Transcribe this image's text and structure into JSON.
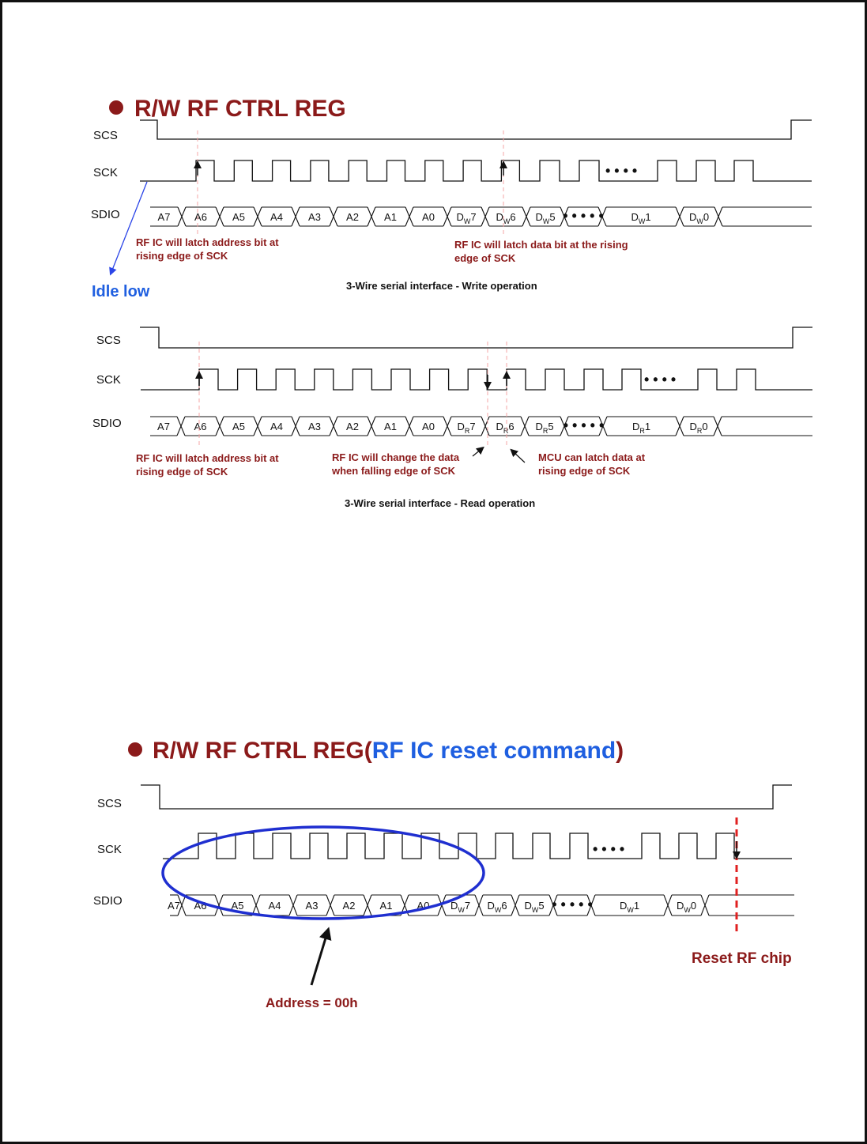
{
  "colors": {
    "heading": "#8b1a1a",
    "accent_blue": "#1f5fe0",
    "idle_arrow": "#2b45e8",
    "annotation": "#8b1a1a",
    "reset_line": "#e02020",
    "ellipse": "#1f2fd0"
  },
  "signals": {
    "scs": "SCS",
    "sck": "SCK",
    "sdio": "SDIO"
  },
  "write": {
    "heading": "R/W RF CTRL REG",
    "caption": "3-Wire serial interface - Write operation",
    "idle_label": "Idle low",
    "annotation_addr_1": "RF IC will latch address bit at",
    "annotation_addr_2": "rising edge of SCK",
    "annotation_data_1": "RF IC will latch data bit at the rising",
    "annotation_data_2": "edge of SCK",
    "addr_bits": [
      "A7",
      "A6",
      "A5",
      "A4",
      "A3",
      "A2",
      "A1",
      "A0"
    ],
    "data_bits": [
      {
        "base": "D",
        "sub": "W",
        "suffix": "7"
      },
      {
        "base": "D",
        "sub": "W",
        "suffix": "6"
      },
      {
        "base": "D",
        "sub": "W",
        "suffix": "5"
      },
      {
        "dots": "• • • • •"
      },
      {
        "base": "D",
        "sub": "W",
        "suffix": "1"
      },
      {
        "base": "D",
        "sub": "W",
        "suffix": "0"
      }
    ],
    "sck_dots": "• • • •"
  },
  "read": {
    "caption": "3-Wire serial interface - Read operation",
    "annotation_addr_1": "RF IC will latch address bit at",
    "annotation_addr_2": "rising edge of SCK",
    "annotation_change_1": "RF IC will change the data",
    "annotation_change_2": "when falling edge of SCK",
    "annotation_mcu_1": "MCU can latch data at",
    "annotation_mcu_2": "rising edge of SCK",
    "addr_bits": [
      "A7",
      "A6",
      "A5",
      "A4",
      "A3",
      "A2",
      "A1",
      "A0"
    ],
    "data_bits": [
      {
        "base": "D",
        "sub": "R",
        "suffix": "7"
      },
      {
        "base": "D",
        "sub": "R",
        "suffix": "6"
      },
      {
        "base": "D",
        "sub": "R",
        "suffix": "5"
      },
      {
        "dots": "• • • • •"
      },
      {
        "base": "D",
        "sub": "R",
        "suffix": "1"
      },
      {
        "base": "D",
        "sub": "R",
        "suffix": "0"
      }
    ],
    "sck_dots": "• • • •"
  },
  "reset": {
    "heading_part1": "R/W RF CTRL REG(",
    "heading_part2": "RF IC reset command",
    "heading_part3": ")",
    "address_label": "Address = 00h",
    "reset_label": "Reset RF chip",
    "addr_bits": [
      "A7",
      "A6",
      "A5",
      "A4",
      "A3",
      "A2",
      "A1",
      "A0"
    ],
    "data_bits": [
      {
        "base": "D",
        "sub": "W",
        "suffix": "7"
      },
      {
        "base": "D",
        "sub": "W",
        "suffix": "6"
      },
      {
        "base": "D",
        "sub": "W",
        "suffix": "5"
      },
      {
        "dots": "• • • • •"
      },
      {
        "base": "D",
        "sub": "W",
        "suffix": "1"
      },
      {
        "base": "D",
        "sub": "W",
        "suffix": "0"
      }
    ],
    "sck_dots": "• • • •"
  }
}
